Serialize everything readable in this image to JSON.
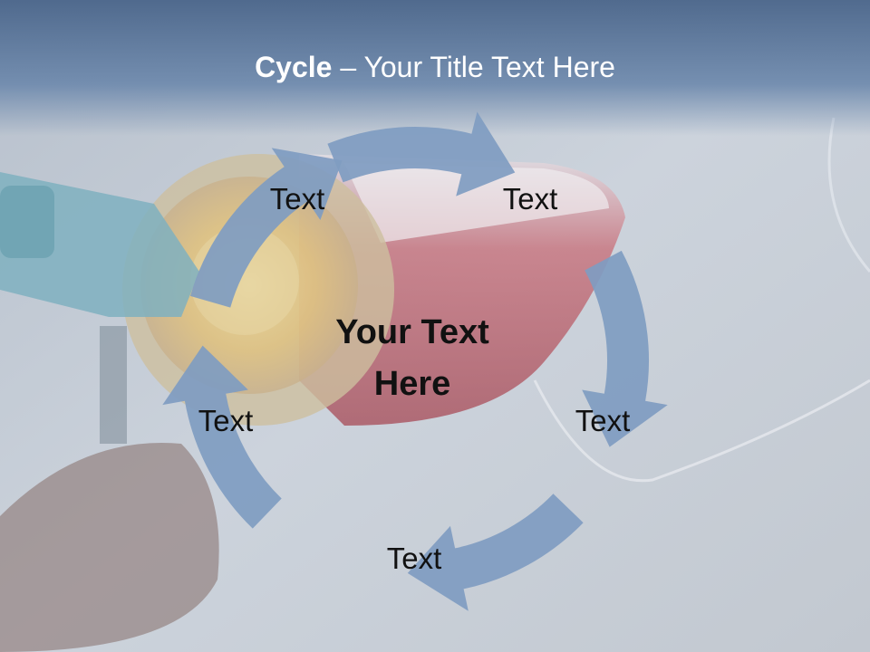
{
  "slide": {
    "title_bold": "Cycle",
    "title_rest": " – Your Title Text Here",
    "center_text_line1": "Your Text",
    "center_text_line2": "Here"
  },
  "cycle": {
    "steps": [
      {
        "label": "Text"
      },
      {
        "label": "Text"
      },
      {
        "label": "Text"
      },
      {
        "label": "Text"
      },
      {
        "label": "Text"
      }
    ]
  },
  "colors": {
    "arrow_fill": "#7f9cc1",
    "title_band": "#4f6b91",
    "title_text": "#ffffff",
    "label_text": "#111111"
  },
  "icons": [
    "cycle-arrow-icon"
  ]
}
